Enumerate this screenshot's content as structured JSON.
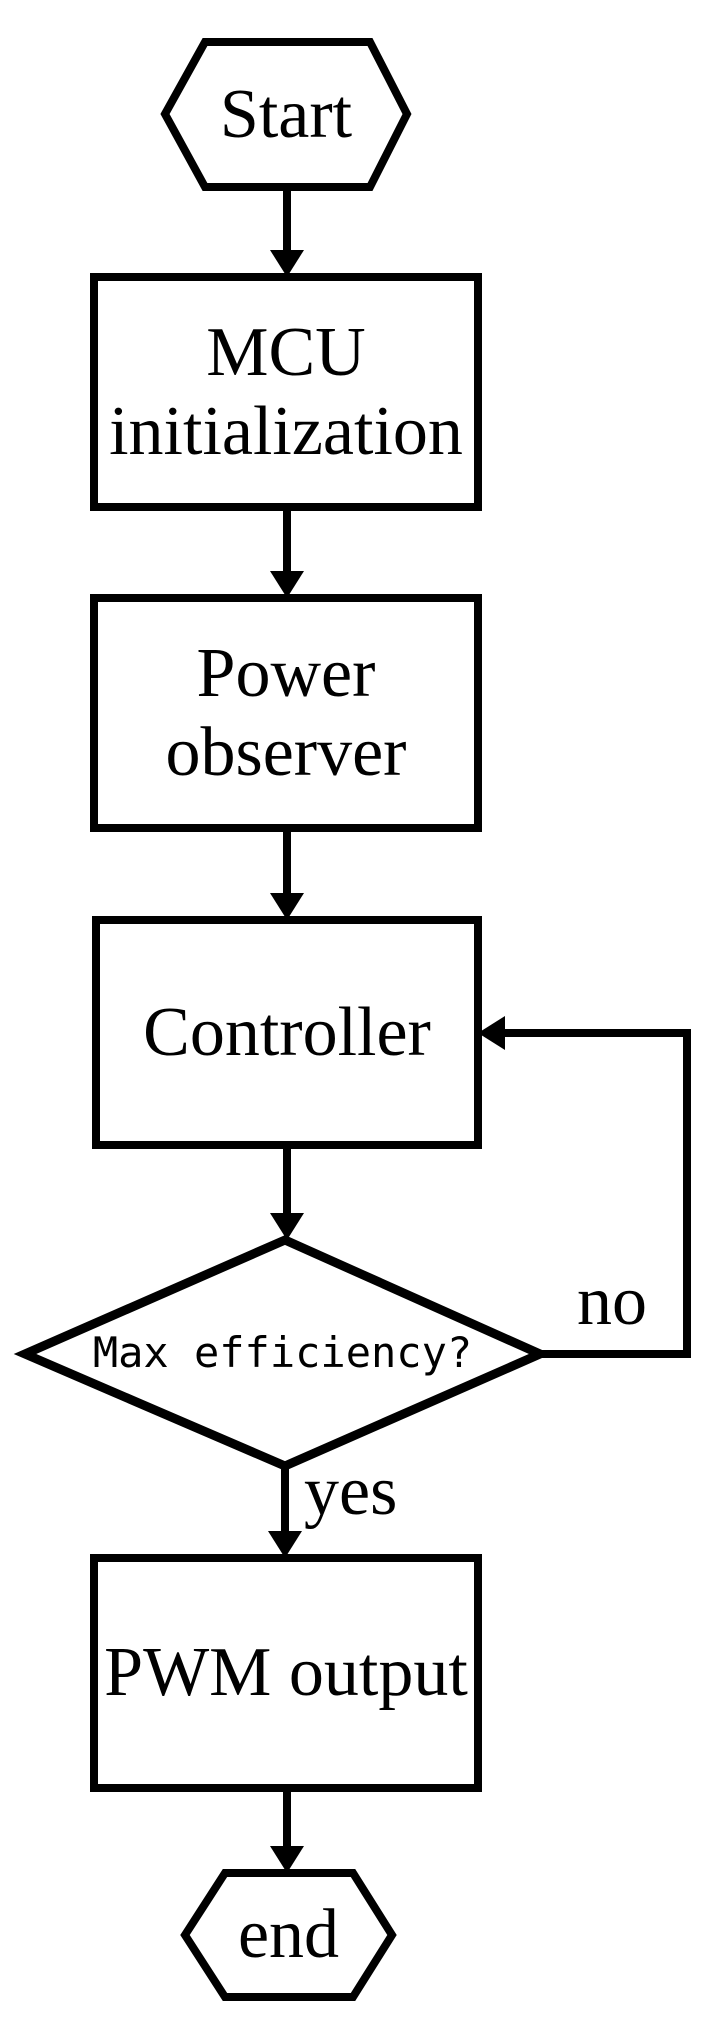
{
  "flowchart": {
    "nodes": {
      "start": {
        "label": "Start",
        "shape": "hexagon"
      },
      "mcu_init": {
        "line1": "MCU",
        "line2": "initialization",
        "shape": "rectangle"
      },
      "power_observer": {
        "line1": "Power",
        "line2": "observer",
        "shape": "rectangle"
      },
      "controller": {
        "label": "Controller",
        "shape": "rectangle"
      },
      "max_efficiency": {
        "label": "Max efficiency?",
        "shape": "diamond"
      },
      "pwm_output": {
        "label": "PWM output",
        "shape": "rectangle"
      },
      "end": {
        "label": "end",
        "shape": "hexagon"
      }
    },
    "branch_labels": {
      "yes": "yes",
      "no": "no"
    },
    "edges": [
      {
        "from": "start",
        "to": "mcu_init"
      },
      {
        "from": "mcu_init",
        "to": "power_observer"
      },
      {
        "from": "power_observer",
        "to": "controller"
      },
      {
        "from": "controller",
        "to": "max_efficiency"
      },
      {
        "from": "max_efficiency",
        "to": "pwm_output",
        "label": "yes"
      },
      {
        "from": "max_efficiency",
        "to": "controller",
        "label": "no"
      },
      {
        "from": "pwm_output",
        "to": "end"
      }
    ],
    "colors": {
      "line": "#000000",
      "node_fill": "#ffffff",
      "background": "#ffffff"
    }
  }
}
